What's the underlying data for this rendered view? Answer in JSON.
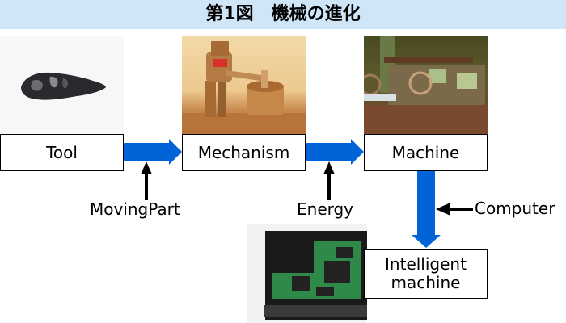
{
  "title": "第1図　機械の進化",
  "nodes": {
    "tool": {
      "label": "Tool",
      "image": "stone-tool-photo"
    },
    "mechanism": {
      "label": "Mechanism",
      "image": "wooden-mortar-automaton-photo"
    },
    "machine": {
      "label": "Machine",
      "image": "rusty-industrial-machine-photo"
    },
    "intelligent": {
      "label_line1": "Intelligent",
      "label_line2": "machine",
      "image": "hard-disk-circuit-board-photo"
    }
  },
  "inputs": {
    "moving_part": "MovingPart",
    "energy": "Energy",
    "computer": "Computer"
  },
  "colors": {
    "title_bg": "#cfe6f8",
    "flow_arrow": "#0064d8",
    "input_arrow": "#000000"
  }
}
